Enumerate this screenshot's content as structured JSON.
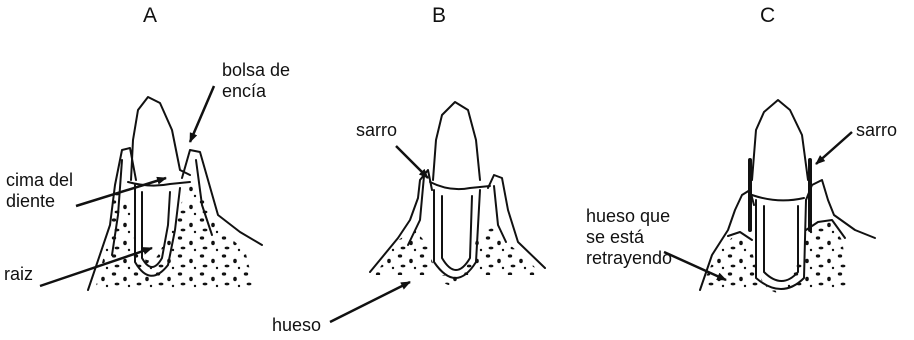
{
  "panels": [
    {
      "letter": "A",
      "labels": {
        "gum_pocket": "bolsa de\nencía",
        "tooth_crown": "cima del\ndiente",
        "root": "raiz"
      }
    },
    {
      "letter": "B",
      "labels": {
        "tartar": "sarro",
        "bone": "hueso"
      }
    },
    {
      "letter": "C",
      "labels": {
        "tartar": "sarro",
        "receding_bone": "hueso que\nse está\nretrayendo"
      }
    }
  ],
  "colors": {
    "ink": "#111111",
    "background": "#ffffff"
  }
}
